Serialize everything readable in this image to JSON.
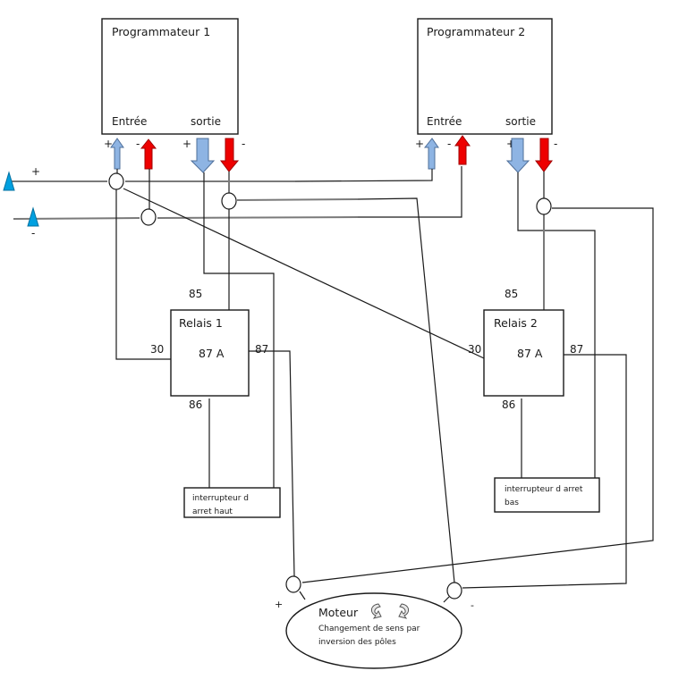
{
  "diagram": {
    "programmers": [
      {
        "title": "Programmateur 1",
        "input_label": "Entrée",
        "output_label": "sortie",
        "input_plus": "+",
        "input_minus": "-",
        "output_plus": "+",
        "output_minus": "-"
      },
      {
        "title": "Programmateur 2",
        "input_label": "Entrée",
        "output_label": "sortie",
        "input_plus": "+",
        "input_minus": "-",
        "output_plus": "+",
        "output_minus": "-"
      }
    ],
    "supply": {
      "plus": "+",
      "minus": "-"
    },
    "relays": [
      {
        "title": "Relais 1",
        "center": "87 A",
        "pin85": "85",
        "pin30": "30",
        "pin87": "87",
        "pin86": "86"
      },
      {
        "title": "Relais 2",
        "center": "87 A",
        "pin85": "85",
        "pin30": "30",
        "pin87": "87",
        "pin86": "86"
      }
    ],
    "switches": [
      {
        "line1": "interrupteur d",
        "line2": "arret haut"
      },
      {
        "line1": "interrupteur d arret",
        "line2": "bas"
      }
    ],
    "motor": {
      "title": "Moteur",
      "line1": "Changement de sens par",
      "line2": "inversion des pôles",
      "plus": "+",
      "minus": "-",
      "icons": [
        "rotate-ccw-icon",
        "rotate-cw-icon"
      ]
    },
    "colors": {
      "positive": "#8eb4e3",
      "negative": "#ee0000",
      "supply": "#00a0e0"
    }
  }
}
